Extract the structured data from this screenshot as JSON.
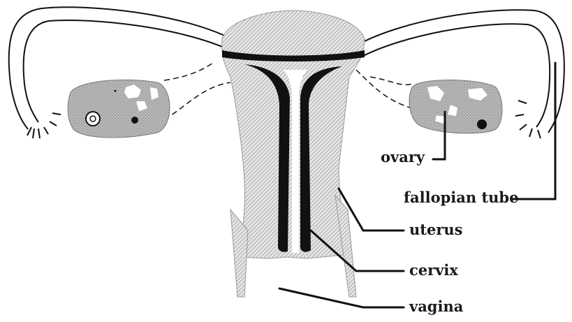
{
  "labels": {
    "ovary": "ovary",
    "fallopian_tube": "fallopian tube",
    "uterus": "uterus",
    "cervix": "cervix",
    "vagina": "vagina"
  },
  "colors": {
    "ink": "#111111",
    "hatch": "#8a8a8a",
    "ovary_fill": "#a8a8a8",
    "background": "#ffffff"
  }
}
